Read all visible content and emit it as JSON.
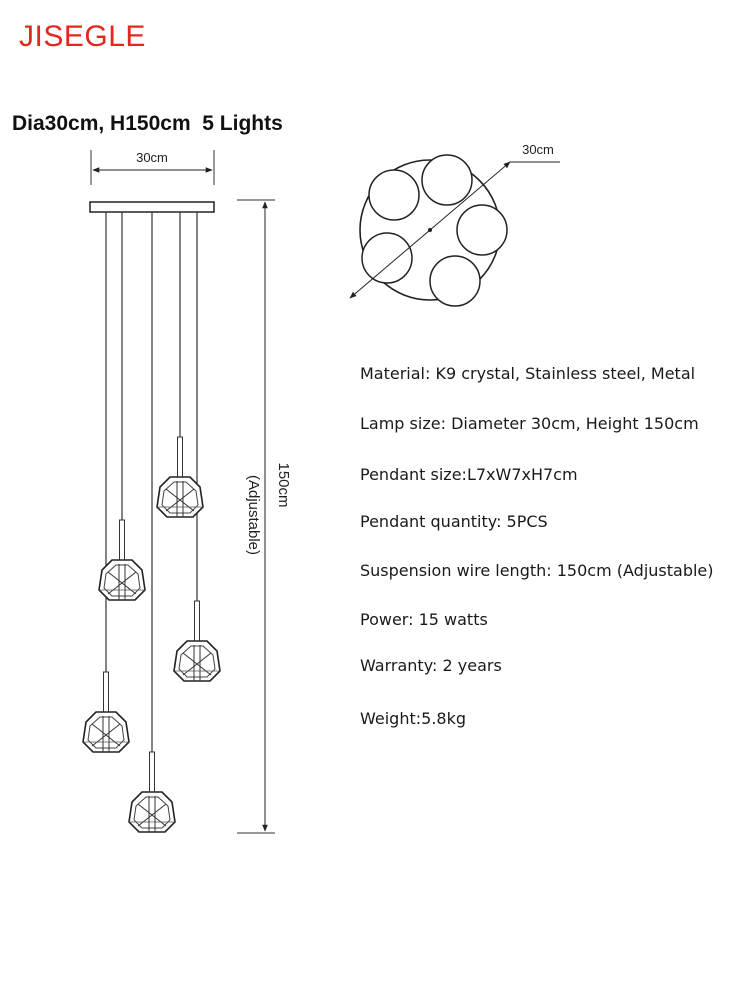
{
  "brand": {
    "name": "JISEGLE",
    "color": "#e0281e"
  },
  "headline": "Dia30cm, H150cm  5 Lights",
  "drawing": {
    "canopy_width_label": "30cm",
    "height_label": "150cm",
    "adjustable_label": "(Adjustable)",
    "top_view_diameter_label": "30cm",
    "pendant_count": 5
  },
  "specs": [
    {
      "label": "Material:",
      "value": "K9 crystal, Stainless steel, Metal"
    },
    {
      "label": "Lamp size:",
      "value": "Diameter 30cm, Height 150cm"
    },
    {
      "label": "Pendant size:",
      "value": "L7xW7xH7cm"
    },
    {
      "label": "Pendant quantity:",
      "value": "5PCS"
    },
    {
      "label": "Suspension wire length:",
      "value": "150cm (Adjustable)"
    },
    {
      "label": "Power:",
      "value": "15 watts"
    },
    {
      "label": "Warranty:",
      "value": "2 years"
    },
    {
      "label": "Weight:",
      "value": "5.8kg"
    }
  ]
}
